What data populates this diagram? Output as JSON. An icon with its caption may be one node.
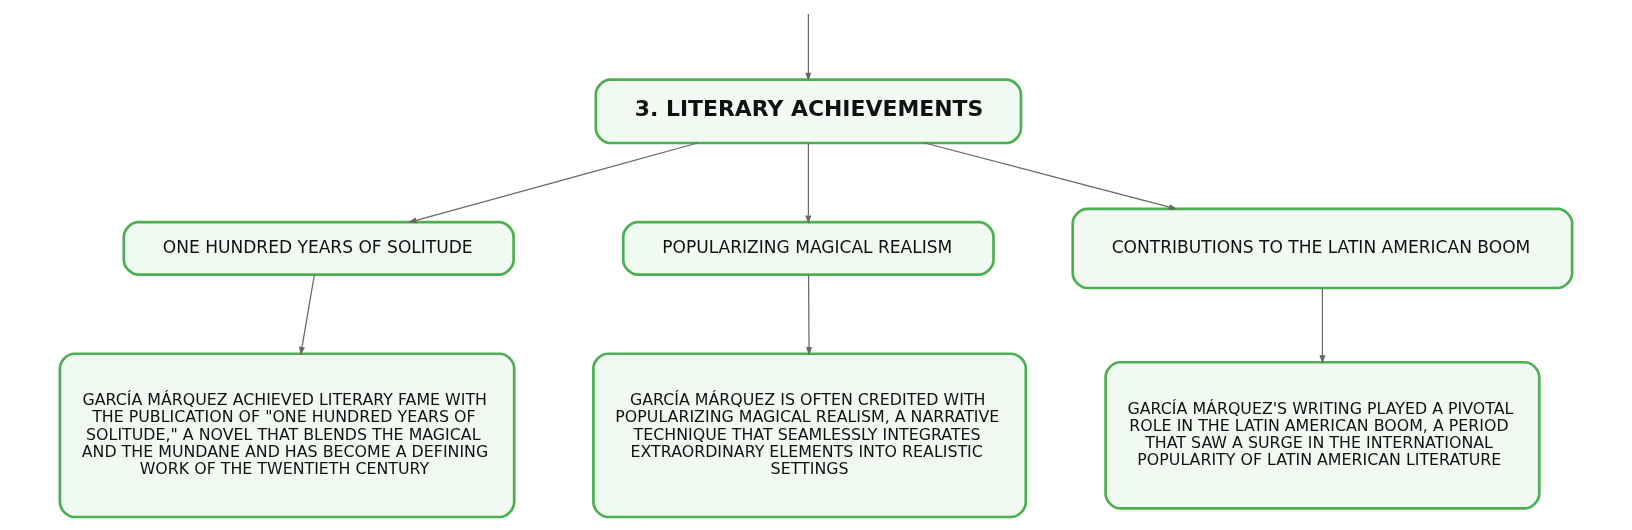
{
  "diagram": {
    "nodes": [
      {
        "text": [
          "3. LITERARY ACHIEVEMENTS"
        ]
      },
      {
        "text": [
          "ONE HUNDRED YEARS OF SOLITUDE"
        ]
      },
      {
        "text": [
          "POPULARIZING MAGICAL REALISM"
        ]
      },
      {
        "text": [
          "CONTRIBUTIONS TO THE LATIN AMERICAN BOOM"
        ]
      },
      {
        "text": [
          "GARCÍA MÁRQUEZ ACHIEVED LITERARY FAME WITH THE PUBLICATION OF \"ONE HUNDRED YEARS OF SOLITUDE,\" A NOVEL THAT BLENDS THE MAGICAL AND THE MUNDANE AND HAS BECOME A DEFINING WORK OF THE TWENTIETH CENTURY"
        ]
      },
      {
        "text": [
          "GARCÍA MÁRQUEZ IS OFTEN CREDITED WITH POPULARIZING MAGICAL REALISM, A NARRATIVE TECHNIQUE THAT SEAMLESSLY INTEGRATES EXTRAORDINARY ELEMENTS INTO REALISTIC SETTINGS"
        ]
      },
      {
        "text": [
          "GARCÍA MÁRQUEZ'S WRITING PLAYED A PIVOTAL ROLE IN THE LATIN AMERICAN BOOM, A PERIOD THAT SAW A SURGE IN THE INTERNATIONAL POPULARITY OF LATIN AMERICAN LITERATURE"
        ]
      }
    ],
    "edges": [
      {
        "from": null,
        "to": 0,
        "arrow": "to"
      },
      {
        "from": 0,
        "to": 1,
        "arrow": "to"
      },
      {
        "from": 0,
        "to": 2,
        "arrow": "to"
      },
      {
        "from": 0,
        "to": 3,
        "arrow": "to"
      },
      {
        "from": 1,
        "to": 4,
        "arrow": "to"
      },
      {
        "from": 2,
        "to": 5,
        "arrow": "to"
      },
      {
        "from": 3,
        "to": 6,
        "arrow": "to"
      }
    ]
  }
}
